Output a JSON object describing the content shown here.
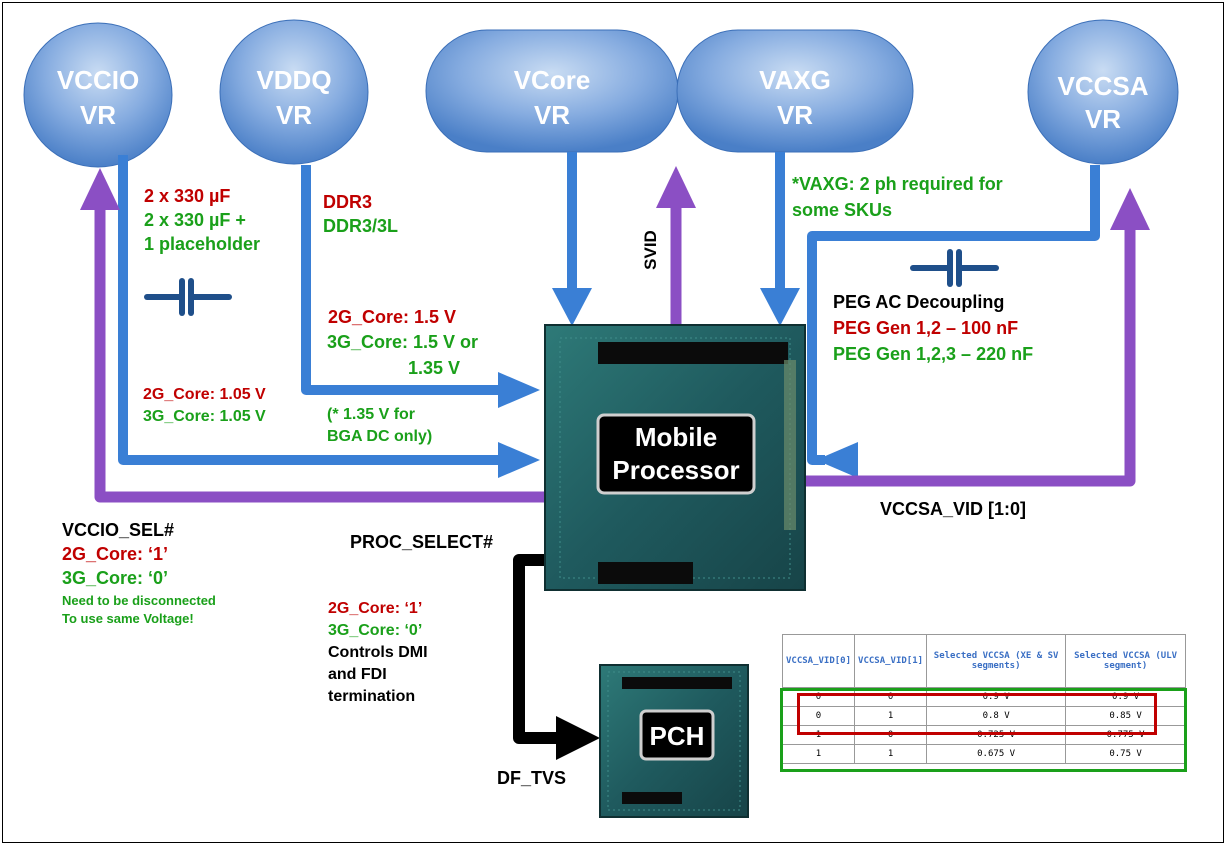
{
  "regulators": [
    {
      "id": "vccio",
      "line1": "VCCIO",
      "line2": "VR"
    },
    {
      "id": "vddq",
      "line1": "VDDQ",
      "line2": "VR"
    },
    {
      "id": "vcore",
      "line1": "VCore",
      "line2": "VR"
    },
    {
      "id": "vaxg",
      "line1": "VAXG",
      "line2": "VR"
    },
    {
      "id": "vccsa",
      "line1": "VCCSA",
      "line2": "VR"
    }
  ],
  "processor": {
    "line1": "Mobile",
    "line2": "Processor"
  },
  "pch": {
    "label": "PCH"
  },
  "labels": {
    "cap1": "2 x 330 µF",
    "cap2": "2 x 330 µF +",
    "cap3": "1 placeholder",
    "ddr3": "DDR3",
    "ddr3l": "DDR3/3L",
    "vddq_2g": "2G_Core:  1.5 V",
    "vddq_3g_a": "3G_Core: 1.5 V or",
    "vddq_3g_b": "1.35 V",
    "bga_a": "(* 1.35 V for",
    "bga_b": "BGA DC only)",
    "vccio_2g": "2G_Core: 1.05 V",
    "vccio_3g": "3G_Core: 1.05 V",
    "svid": "SVID",
    "vaxg_note_a": "*VAXG: 2 ph required for",
    "vaxg_note_b": "some SKUs",
    "peg_title": "PEG AC Decoupling",
    "peg_gen12": "PEG Gen 1,2 – 100 nF",
    "peg_gen123": "PEG Gen 1,2,3 – 220 nF",
    "vccsa_vid": "VCCSA_VID [1:0]",
    "vccio_sel": "VCCIO_SEL#",
    "vccio_sel_2g": "2G_Core:  ‘1’",
    "vccio_sel_3g": "3G_Core:  ‘0’",
    "disconnect_a": "Need to be disconnected",
    "disconnect_b": "To use same Voltage!",
    "proc_select": "PROC_SELECT#",
    "proc_2g": "2G_Core:  ‘1’",
    "proc_3g": "3G_Core:  ‘0’",
    "controls_a": "Controls DMI",
    "controls_b": "and FDI",
    "controls_c": "termination",
    "df_tvs": "DF_TVS"
  },
  "vccsa_table": {
    "headers": [
      "VCCSA_VID[0]",
      "VCCSA_VID[1]",
      "Selected VCCSA (XE & SV segments)",
      "Selected VCCSA (ULV segment)"
    ],
    "rows": [
      [
        "0",
        "0",
        "0.9 V",
        "0.9 V"
      ],
      [
        "0",
        "1",
        "0.8 V",
        "0.85 V"
      ],
      [
        "1",
        "0",
        "0.725 V",
        "0.775 V"
      ],
      [
        "1",
        "1",
        "0.675 V",
        "0.75 V"
      ]
    ]
  },
  "colors": {
    "blue_arrow": "#3a7fd5",
    "purple_arrow": "#8b4fc4",
    "black_arrow": "#000000",
    "red_text": "#c00000",
    "green_text": "#1aa01a",
    "vr_fill": "#6f9fd8"
  }
}
